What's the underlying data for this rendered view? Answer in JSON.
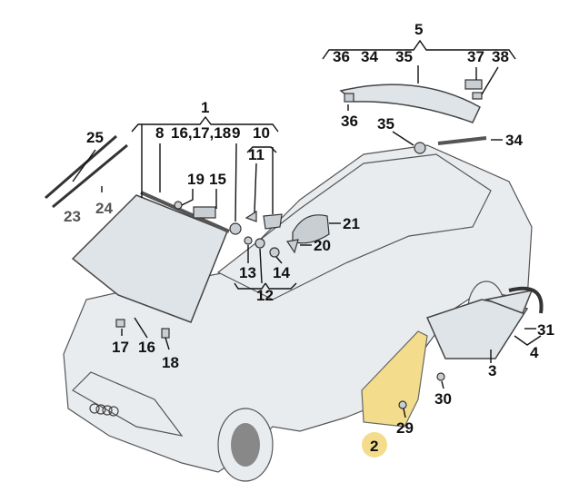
{
  "diagram": {
    "title": "Glazing parts diagram",
    "highlight_color": "#f3dd8c",
    "labels": {
      "l5": "5",
      "l36a": "36",
      "l34a": "34",
      "l35a": "35",
      "l37": "37",
      "l38": "38",
      "l36b": "36",
      "l35b": "35",
      "l34b": "34",
      "l1": "1",
      "l8": "8",
      "l161718": "16,17,18",
      "l9": "9",
      "l10": "10",
      "l11": "11",
      "l25": "25",
      "l19": "19",
      "l15": "15",
      "l23": "23",
      "l24": "24",
      "l21": "21",
      "l20": "20",
      "l13": "13",
      "l14": "14",
      "l12": "12",
      "l17": "17",
      "l16": "16",
      "l18": "18",
      "l31": "31",
      "l4": "4",
      "l3": "3",
      "l30": "30",
      "l29": "29",
      "l2": "2"
    }
  }
}
